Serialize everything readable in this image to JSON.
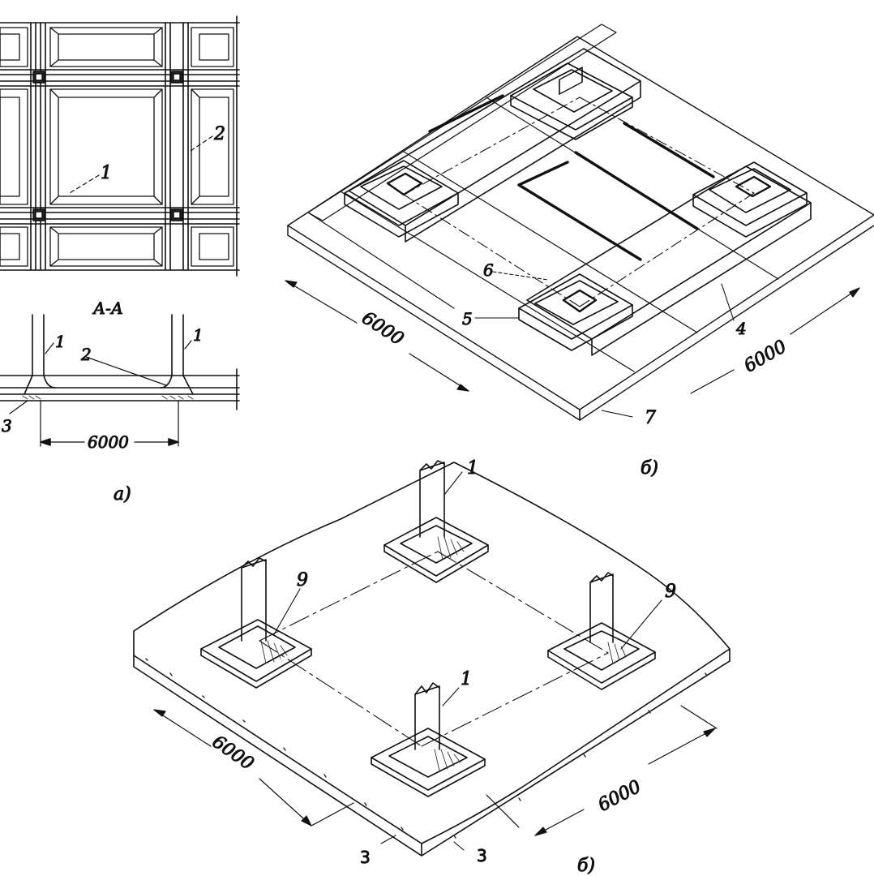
{
  "figure": {
    "panel_a": {
      "caption": "а)",
      "section_title": "А-А",
      "plan_callouts": {
        "column": "1",
        "beam": "2"
      },
      "section_callouts": {
        "column_left": "1",
        "column_right": "1",
        "beam": "2",
        "slab": "3"
      },
      "span_dimension": "6000"
    },
    "panel_b_beams": {
      "caption": "б)",
      "dim_left": "6000",
      "dim_right": "6000",
      "callouts": {
        "four": "4",
        "five": "5",
        "six": "6",
        "seven": "7"
      }
    },
    "panel_b_slab": {
      "caption": "б)",
      "dim_left": "6000",
      "dim_right": "6000",
      "callouts": {
        "column_top": "1",
        "column_front": "1",
        "stub_left": "9",
        "stub_right": "9",
        "slab_a": "3",
        "slab_b": "3"
      }
    }
  },
  "colors": {
    "ink": "#111111",
    "paper": "#ffffff",
    "hatch": "#333333"
  }
}
